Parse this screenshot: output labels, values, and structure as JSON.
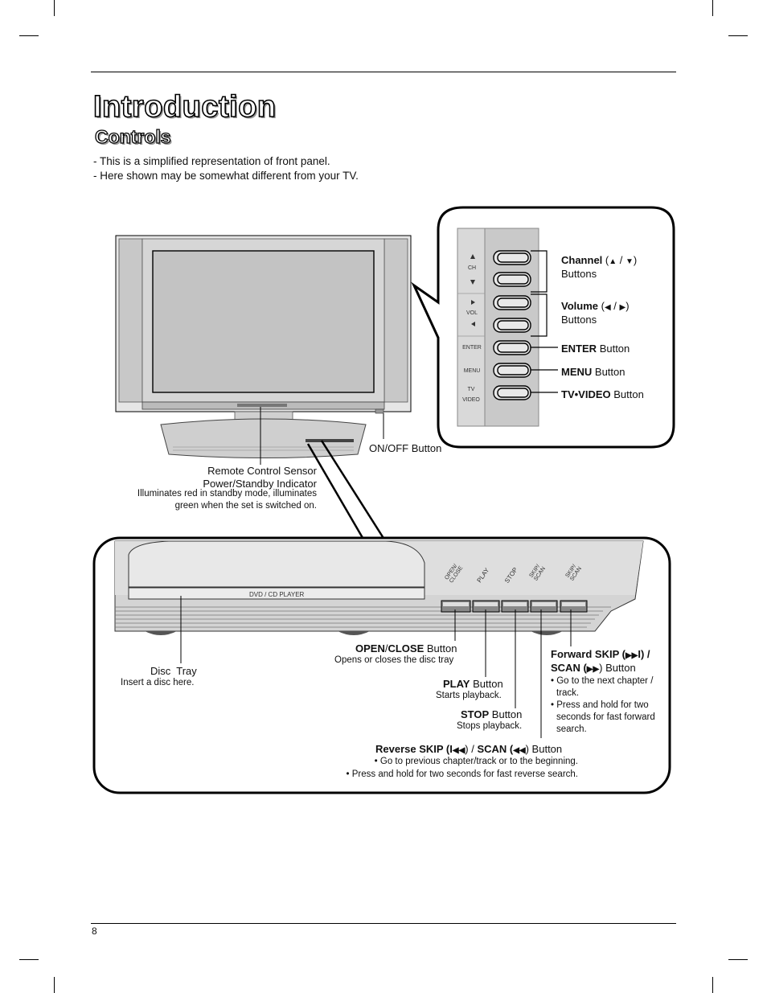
{
  "page": {
    "title": "Introduction",
    "subtitle": "Controls",
    "notes": [
      "- This is a simplified representation of front panel.",
      "- Here shown may be somewhat different from your TV."
    ],
    "page_number": "8"
  },
  "side_panel": {
    "ch_label": "CH",
    "vol_label": "VOL",
    "enter_label": "ENTER",
    "menu_label": "MENU",
    "tv_label": "TV",
    "video_label": "VIDEO",
    "channel": {
      "name": "Channel",
      "suffix": "Buttons"
    },
    "volume": {
      "name": "Volume",
      "suffix": "Buttons"
    },
    "enter": {
      "name": "ENTER",
      "suffix": "Button"
    },
    "menu": {
      "name": "MENU",
      "suffix": "Button"
    },
    "tvvideo": {
      "name": "TV•VIDEO",
      "suffix": "Button"
    }
  },
  "tv": {
    "onoff": "ON/OFF Button",
    "sensor_line1": "Remote Control Sensor",
    "sensor_line2": "Power/Standby Indicator",
    "sensor_desc1": "Illuminates red in standby mode, illuminates",
    "sensor_desc2": "green when the set is switched on."
  },
  "dvd": {
    "tray_label": "DVD / CD PLAYER",
    "btn_open": "OPEN/ CLOSE",
    "btn_play": "PLAY",
    "btn_stop": "STOP",
    "btn_skip_rev": "SKIP/ SCAN",
    "btn_skip_fwd": "SKIP/ SCAN",
    "open_close": {
      "name_a": "OPEN",
      "sep": "/",
      "name_b": "CLOSE",
      "suffix": "Button",
      "desc": "Opens or closes the disc tray"
    },
    "disc_tray": {
      "name": "Disc  Tray",
      "desc": "Insert a disc here."
    },
    "play": {
      "name": "PLAY",
      "suffix": "Button",
      "desc": "Starts playback."
    },
    "stop": {
      "name": "STOP",
      "suffix": "Button",
      "desc": "Stops playback."
    },
    "forward": {
      "line1": "Forward SKIP (",
      "line1_end": "I) /",
      "line2": "SCAN (",
      "line2_end": ") Button",
      "bullets": [
        "• Go to the next chapter /",
        "track.",
        "• Press and hold for two",
        "seconds for fast forward",
        "search."
      ]
    },
    "reverse": {
      "name_a": "Reverse SKIP (I",
      "mid": ") / ",
      "name_b": "SCAN (",
      "suffix": ") Button",
      "bullets": [
        "• Go to previous chapter/track or to the beginning.",
        "• Press and hold for two seconds for fast reverse search."
      ]
    }
  }
}
